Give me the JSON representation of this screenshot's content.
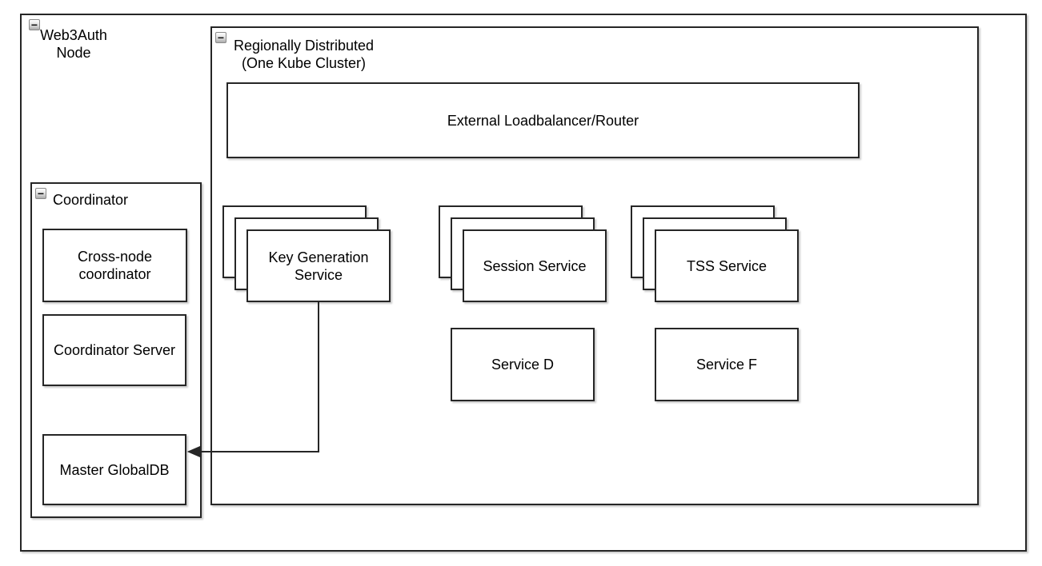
{
  "colors": {
    "stroke": "#262626",
    "background": "#ffffff",
    "collapse_button_fill": "#c9c9c9",
    "shadow": "#bdbdbd"
  },
  "icons": {
    "collapse_glyph": "−"
  },
  "nodes": {
    "web3auth": {
      "title_line1": "Web3Auth",
      "title_line2": "Node"
    },
    "cluster": {
      "title_line1": "Regionally Distributed",
      "title_line2": "(One Kube Cluster)",
      "loadbalancer_label": "External Loadbalancer/Router",
      "key_generation_label": "Key Generation Service",
      "session_label": "Session Service",
      "tss_label": "TSS Service",
      "service_d_label": "Service D",
      "service_f_label": "Service F"
    },
    "coordinator": {
      "title": "Coordinator",
      "cross_node_label": "Cross-node coordinator",
      "server_label": "Coordinator Server",
      "master_db_label": "Master GlobalDB"
    }
  }
}
